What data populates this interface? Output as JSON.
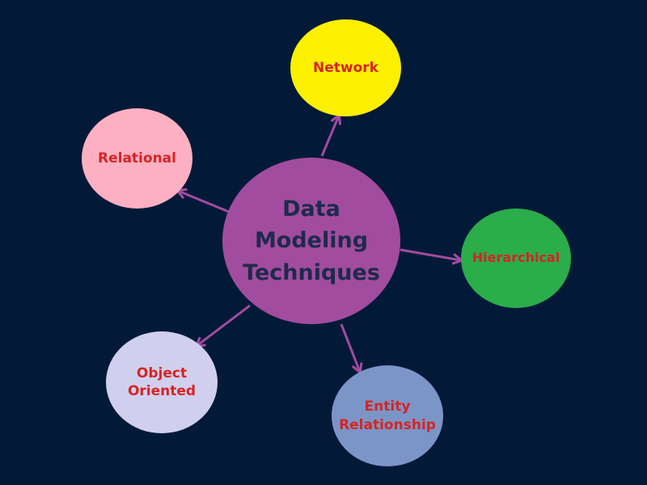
{
  "diagram": {
    "center": {
      "lines": [
        "Data",
        "Modeling",
        "Techniques"
      ],
      "fill": "#a24c9f",
      "text_color": "#1e2a4c"
    },
    "nodes": {
      "network": {
        "lines": [
          "Network"
        ],
        "fill": "#fdf000",
        "text_color": "#d62424"
      },
      "relational": {
        "lines": [
          "Relational"
        ],
        "fill": "#fdb0c2",
        "text_color": "#d62424"
      },
      "hierarchical": {
        "lines": [
          "Hierarchical"
        ],
        "fill": "#2bad4a",
        "text_color": "#d62424"
      },
      "object_oriented": {
        "lines": [
          "Object",
          "Oriented"
        ],
        "fill": "#d0d0ee",
        "text_color": "#d62424"
      },
      "entity_relationship": {
        "lines": [
          "Entity",
          "Relationship"
        ],
        "fill": "#7b95c7",
        "text_color": "#d62424"
      }
    },
    "edge_color": "#a24c9f",
    "background": "#021a38"
  }
}
